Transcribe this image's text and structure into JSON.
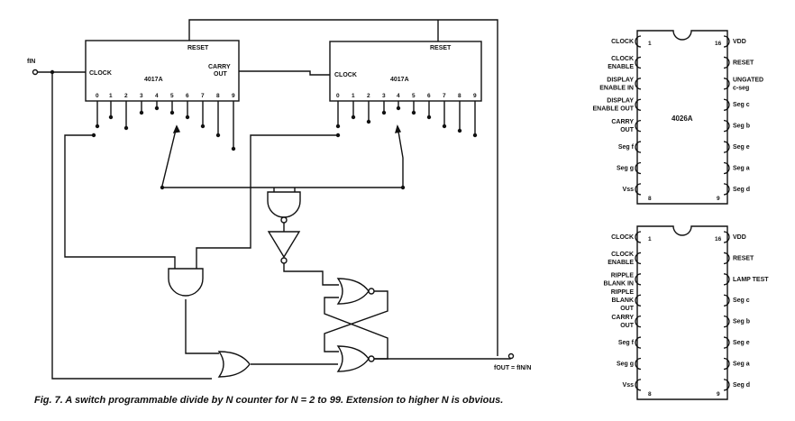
{
  "counter1": {
    "reset": "RESET",
    "clock": "CLOCK",
    "name": "4017A",
    "carry_line1": "CARRY",
    "carry_line2": "OUT",
    "outputs": [
      "0",
      "1",
      "2",
      "3",
      "4",
      "5",
      "6",
      "7",
      "8",
      "9"
    ]
  },
  "counter2": {
    "reset": "RESET",
    "clock": "CLOCK",
    "name": "4017A",
    "outputs": [
      "0",
      "1",
      "2",
      "3",
      "4",
      "5",
      "6",
      "7",
      "8",
      "9"
    ]
  },
  "input_label": "fIN",
  "output_label": "fOUT = fIN/N",
  "chip_4026": {
    "name": "4026A",
    "pin_first": "1",
    "pin_last_left": "8",
    "pin_last_right": "9",
    "pin_first_right": "16",
    "left_pins": [
      [
        "CLOCK"
      ],
      [
        "CLOCK",
        "ENABLE"
      ],
      [
        "DISPLAY",
        "ENABLE IN"
      ],
      [
        "DISPLAY",
        "ENABLE OUT"
      ],
      [
        "CARRY",
        "OUT"
      ],
      [
        "Seg f"
      ],
      [
        "Seg g"
      ],
      [
        "Vss"
      ]
    ],
    "right_pins": [
      [
        "VDD"
      ],
      [
        "RESET"
      ],
      [
        "UNGATED",
        "c-seg"
      ],
      [
        "Seg c"
      ],
      [
        "Seg b"
      ],
      [
        "Seg e"
      ],
      [
        "Seg a"
      ],
      [
        "Seg d"
      ]
    ]
  },
  "chip_4033": {
    "pin_first": "1",
    "pin_last_left": "8",
    "pin_last_right": "9",
    "pin_first_right": "16",
    "left_pins": [
      [
        "CLOCK"
      ],
      [
        "CLOCK",
        "ENABLE"
      ],
      [
        "RIPPLE",
        "BLANK IN"
      ],
      [
        "RIPPLE",
        "BLANK",
        "OUT"
      ],
      [
        "CARRY",
        "OUT"
      ],
      [
        "Seg f"
      ],
      [
        "Seg g"
      ],
      [
        "Vss"
      ]
    ],
    "right_pins": [
      [
        "VDD"
      ],
      [
        "RESET"
      ],
      [
        "LAMP TEST"
      ],
      [
        "Seg c"
      ],
      [
        "Seg b"
      ],
      [
        "Seg e"
      ],
      [
        "Seg a"
      ],
      [
        "Seg d"
      ]
    ]
  },
  "caption": "Fig. 7. A switch programmable divide by N counter for N = 2 to 99. Extension to higher N is obvious."
}
